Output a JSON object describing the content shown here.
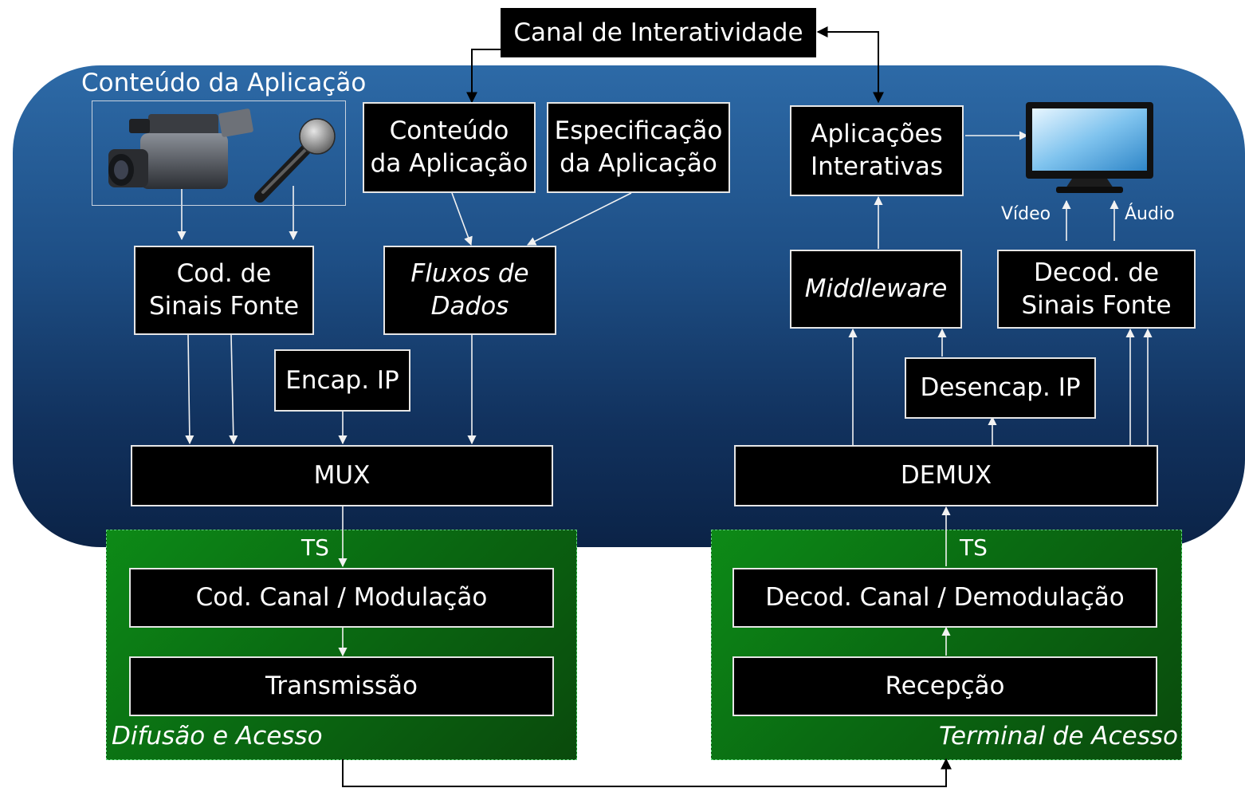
{
  "diagram": {
    "interactivity_channel": "Canal de Interatividade",
    "app_content_title": "Conteúdo da Aplicação",
    "app_content_box": "Conteúdo\nda Aplicação",
    "app_spec_box": "Especificação\nda Aplicação",
    "source_coding": "Cod. de\nSinais Fonte",
    "data_streams": "Fluxos de\nDados",
    "ip_encap": "Encap. IP",
    "mux": "MUX",
    "ts_left": "TS",
    "channel_coding": "Cod. Canal / Modulação",
    "transmission": "Transmissão",
    "broadcast_label": "Difusão e Acesso",
    "interactive_apps": "Aplicações\nInterativas",
    "video_label": "Vídeo",
    "audio_label": "Áudio",
    "middleware": "Middleware",
    "source_decoding": "Decod. de\nSinais Fonte",
    "ip_decap": "Desencap. IP",
    "demux": "DEMUX",
    "ts_right": "TS",
    "channel_decoding": "Decod. Canal / Demodulação",
    "reception": "Recepção",
    "terminal_label": "Terminal de Acesso"
  },
  "icons": {
    "camera": "video-camera-icon",
    "microphone": "microphone-icon",
    "tv": "television-icon"
  },
  "colors": {
    "app_panel": "#1e4f86",
    "access_panel": "#0a6b12",
    "box_fill": "#000000",
    "box_text": "#ffffff",
    "arrow": "#f2f2f2"
  }
}
